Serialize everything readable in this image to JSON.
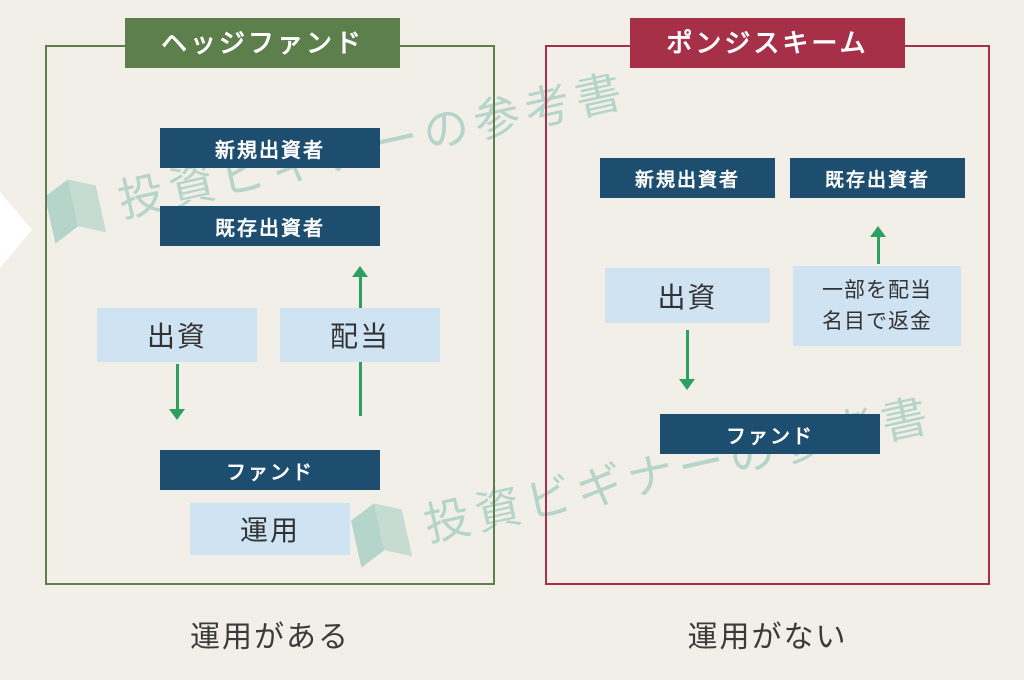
{
  "colors": {
    "background": "#f2efe8",
    "hedge_green": "#5c7f4b",
    "ponzi_red": "#a53048",
    "dark_blue": "#1d4e70",
    "light_blue": "#cfe3f2",
    "arrow_green": "#2ba05f",
    "watermark_teal": "#90c5b8",
    "text_dark": "#333333"
  },
  "watermark": {
    "text": "投資ビギナーの参考書"
  },
  "hedge_fund": {
    "title": "ヘッジファンド",
    "new_investors": "新規出資者",
    "existing_investors": "既存出資者",
    "investment": "出資",
    "dividend": "配当",
    "fund": "ファンド",
    "management": "運用",
    "caption": "運用がある"
  },
  "ponzi_scheme": {
    "title": "ポンジスキーム",
    "new_investors": "新規出資者",
    "existing_investors": "既存出資者",
    "investment": "出資",
    "refund_line1": "一部を配当",
    "refund_line2": "名目で返金",
    "fund": "ファンド",
    "caption": "運用がない"
  }
}
